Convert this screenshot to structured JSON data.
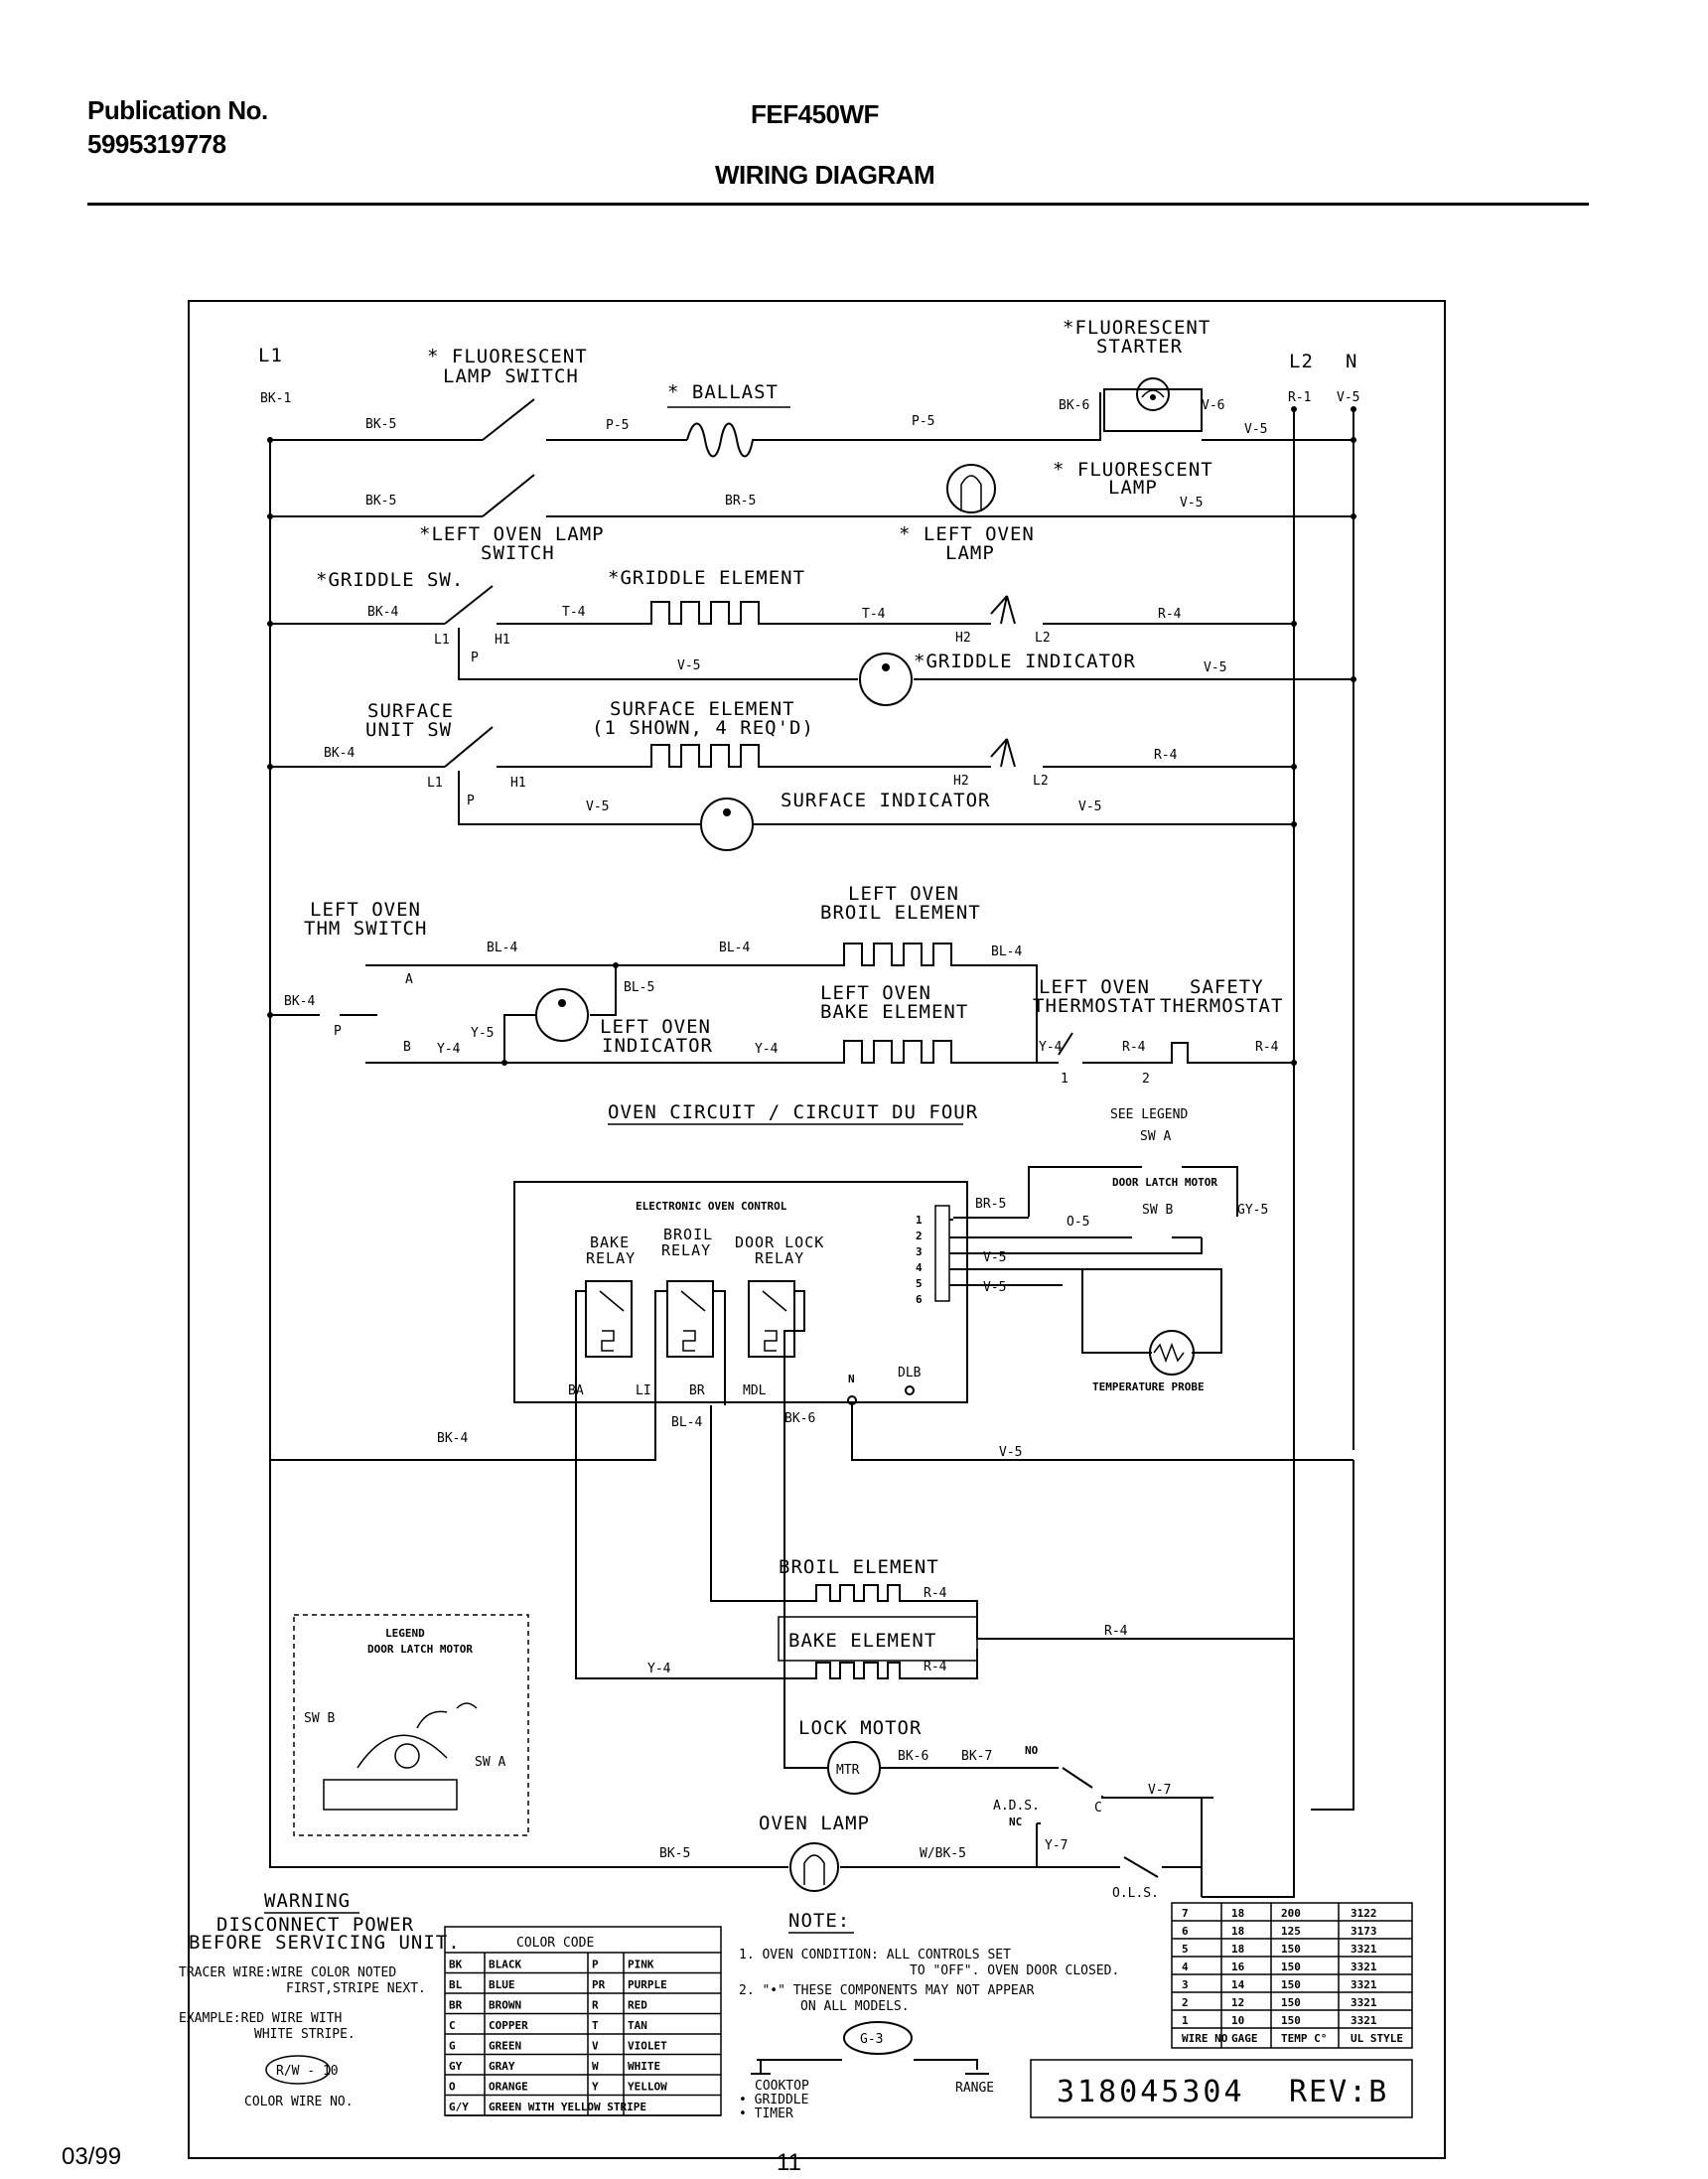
{
  "header": {
    "publication_label": "Publication No.",
    "publication_number": "5995319778",
    "model": "FEF450WF",
    "doc_title": "WIRING DIAGRAM"
  },
  "labels": {
    "l1": "L1",
    "l2": "L2",
    "n": "N",
    "fluor_lamp_switch_1": "* FLUORESCENT",
    "fluor_lamp_switch_2": "LAMP SWITCH",
    "ballast": "* BALLAST",
    "fluor_starter_1": "*FLUORESCENT",
    "fluor_starter_2": "STARTER",
    "fluor_lamp_1": "* FLUORESCENT",
    "fluor_lamp_2": "LAMP",
    "left_oven_lamp_switch_1": "*LEFT OVEN LAMP",
    "left_oven_lamp_switch_2": "SWITCH",
    "left_oven_lamp_1": "* LEFT OVEN",
    "left_oven_lamp_2": "LAMP",
    "griddle_sw": "*GRIDDLE SW.",
    "griddle_element": "*GRIDDLE ELEMENT",
    "griddle_indicator": "*GRIDDLE INDICATOR",
    "surface_unit_sw_1": "SURFACE",
    "surface_unit_sw_2": "UNIT SW",
    "surface_element_1": "SURFACE ELEMENT",
    "surface_element_2": "(1 SHOWN, 4 REQ'D)",
    "surface_indicator": "SURFACE INDICATOR",
    "left_oven_thm_switch_1": "LEFT OVEN",
    "left_oven_thm_switch_2": "THM SWITCH",
    "left_oven_broil_1": "LEFT OVEN",
    "left_oven_broil_2": "BROIL ELEMENT",
    "left_oven_bake_1": "LEFT OVEN",
    "left_oven_bake_2": "BAKE ELEMENT",
    "left_oven_indicator_1": "LEFT OVEN",
    "left_oven_indicator_2": "INDICATOR",
    "left_oven_thermostat_1": "LEFT OVEN",
    "left_oven_thermostat_2": "THERMOSTAT",
    "safety_thermostat_1": "SAFETY",
    "safety_thermostat_2": "THERMOSTAT",
    "oven_circuit": "OVEN CIRCUIT / CIRCUIT DU FOUR",
    "see_legend": "SEE LEGEND",
    "sw_a": "SW A",
    "sw_b": "SW B",
    "door_latch_motor": "DOOR LATCH MOTOR",
    "electronic_oven_control": "ELECTRONIC OVEN CONTROL",
    "bake_relay_1": "BAKE",
    "bake_relay_2": "RELAY",
    "broil_relay_1": "BROIL",
    "broil_relay_2": "RELAY",
    "door_lock_relay_1": "DOOR LOCK",
    "door_lock_relay_2": "RELAY",
    "temperature_probe": "TEMPERATURE PROBE",
    "broil_element": "BROIL ELEMENT",
    "bake_element": "BAKE ELEMENT",
    "lock_motor": "LOCK MOTOR",
    "mtr": "MTR",
    "ads": "A.D.S.",
    "oven_lamp": "OVEN LAMP",
    "ols": "O.L.S.",
    "legend_1": "LEGEND",
    "legend_2": "DOOR LATCH MOTOR",
    "g3": "G-3",
    "range": "RANGE",
    "cooktop_1": "COOKTOP",
    "cooktop_2": "• GRIDDLE",
    "cooktop_3": "• TIMER"
  },
  "wires": {
    "bk1": "BK-1",
    "bk4": "BK-4",
    "bk5": "BK-5",
    "bk6": "BK-6",
    "bk7": "BK-7",
    "p5": "P-5",
    "br5": "BR-5",
    "v5": "V-5",
    "v6": "V-6",
    "v7": "V-7",
    "r1": "R-1",
    "r4": "R-4",
    "t4": "T-4",
    "bl4": "BL-4",
    "bl5": "BL-5",
    "y4": "Y-4",
    "y5": "Y-5",
    "y7": "Y-7",
    "o5": "O-5",
    "gy5": "GY-5",
    "wbk5": "W/BK-5"
  },
  "terminals": {
    "l1": "L1",
    "h1": "H1",
    "h2": "H2",
    "l2": "L2",
    "p": "P",
    "a": "A",
    "b": "B",
    "c": "C",
    "no": "NO",
    "nc": "NC",
    "n": "N",
    "dlb": "DLB",
    "ba": "BA",
    "li": "LI",
    "br": "BR",
    "mdl": "MDL",
    "one": "1",
    "two": "2",
    "pins": [
      "1",
      "2",
      "3",
      "4",
      "5",
      "6"
    ]
  },
  "warning": {
    "title": "WARNING",
    "line1": "DISCONNECT POWER",
    "line2": "BEFORE SERVICING UNIT.",
    "tracer1": "TRACER WIRE:WIRE COLOR NOTED",
    "tracer2": "FIRST,STRIPE NEXT.",
    "example1": "EXAMPLE:RED WIRE WITH",
    "example2": "WHITE STRIPE.",
    "example_code": "R/W - 10",
    "color_wire_no": "COLOR WIRE NO."
  },
  "color_code": {
    "title": "COLOR CODE",
    "rows": [
      [
        "BK",
        "BLACK",
        "P",
        "PINK"
      ],
      [
        "BL",
        "BLUE",
        "PR",
        "PURPLE"
      ],
      [
        "BR",
        "BROWN",
        "R",
        "RED"
      ],
      [
        "C",
        "COPPER",
        "T",
        "TAN"
      ],
      [
        "G",
        "GREEN",
        "V",
        "VIOLET"
      ],
      [
        "GY",
        "GRAY",
        "W",
        "WHITE"
      ],
      [
        "O",
        "ORANGE",
        "Y",
        "YELLOW"
      ],
      [
        "G/Y",
        "GREEN WITH YELLOW STRIPE",
        "",
        ""
      ]
    ]
  },
  "notes": {
    "title": "NOTE:",
    "n1a": "1. OVEN CONDITION: ALL CONTROLS SET",
    "n1b": "TO \"OFF\". OVEN DOOR CLOSED.",
    "n2a": "2. \"•\" THESE COMPONENTS MAY NOT APPEAR",
    "n2b": "ON ALL MODELS."
  },
  "wire_table": {
    "headers": [
      "WIRE NO",
      "GAGE",
      "TEMP C°",
      "UL STYLE"
    ],
    "rows": [
      [
        "7",
        "18",
        "200",
        "3122"
      ],
      [
        "6",
        "18",
        "125",
        "3173"
      ],
      [
        "5",
        "18",
        "150",
        "3321"
      ],
      [
        "4",
        "16",
        "150",
        "3321"
      ],
      [
        "3",
        "14",
        "150",
        "3321"
      ],
      [
        "2",
        "12",
        "150",
        "3321"
      ],
      [
        "1",
        "10",
        "150",
        "3321"
      ]
    ]
  },
  "part_number": "318045304",
  "revision": "REV:B",
  "footer": {
    "date": "03/99",
    "page": "11"
  }
}
